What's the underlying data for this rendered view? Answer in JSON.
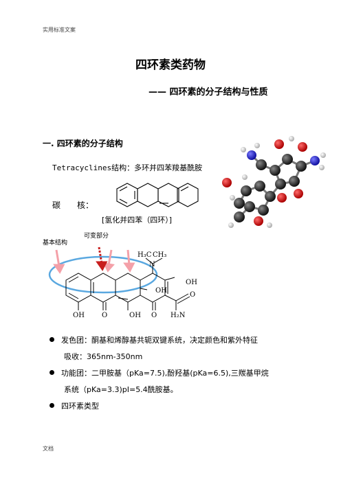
{
  "header": {
    "text": "实用标准文案"
  },
  "footer": {
    "text": "文档"
  },
  "title": "四环素类药物",
  "subtitle": "—— 四环素的分子结构与性质",
  "section1": {
    "heading": "一. 四环素的分子结构",
    "tetra_line": {
      "en": "Tetracyclines",
      "cn": "结构：多环并四苯羧基酰胺"
    },
    "core_label": "碳　　核：",
    "core_caption": "[氢化并四苯（四环）]",
    "diagram": {
      "label_basic": "基本结构",
      "label_variable": "可变部分",
      "atoms": {
        "h3c": "H₃C",
        "ch3": "CH₃",
        "n": "N",
        "oh_right": "OH",
        "oh_mid": "OH",
        "o_right": "O",
        "oh_bottom1": "OH",
        "o_bottom1": "O",
        "oh_bottom2": "OH",
        "o_bottom2": "O",
        "h2n": "H₂N"
      }
    }
  },
  "bullets": [
    {
      "lines": [
        "发色团：酮基和烯醇基共轭双键系统，决定颜色和紫外特征",
        "吸收：365nm-350nm"
      ]
    },
    {
      "lines": [
        "功能团：二甲胺基（pKa=7.5),酚羟基(pKa=6.5),三羰基甲烷",
        "系统（pKa=3.3)pI=5.4酰胺基。"
      ]
    },
    {
      "lines": [
        "四环素类型"
      ]
    }
  ],
  "colors": {
    "arrow_pink": "#f4a0a8",
    "arrow_red": "#c81e1e",
    "ellipse": "#5aa8e0"
  }
}
